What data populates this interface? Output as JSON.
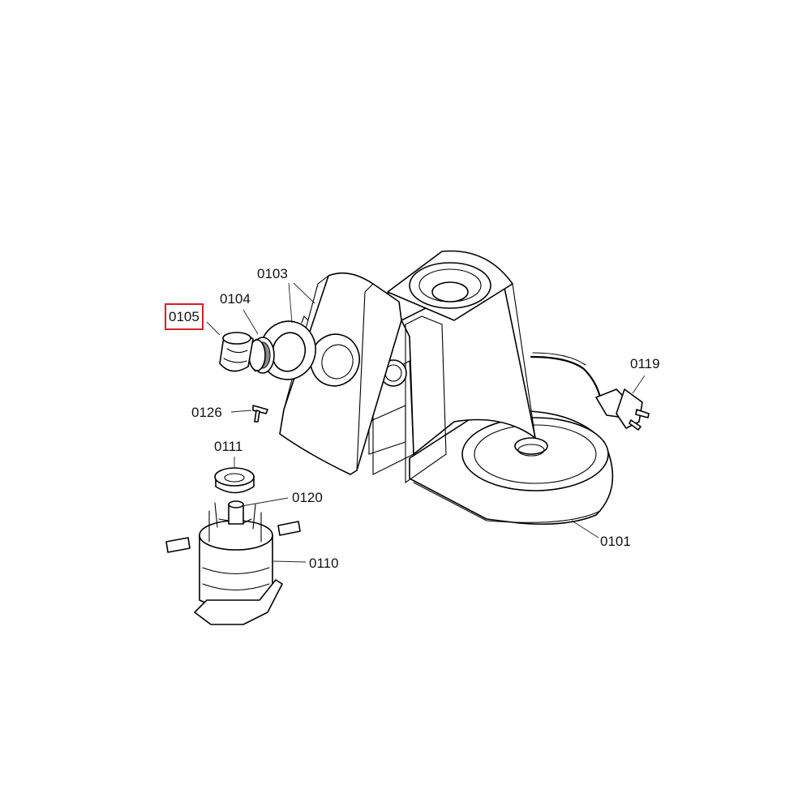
{
  "highlight_color": "#d0202a",
  "callouts": {
    "p0101": "0101",
    "p0103": "0103",
    "p0104": "0104",
    "p0105": "0105",
    "p0110": "0110",
    "p0111": "0111",
    "p0119": "0119",
    "p0120": "0120",
    "p0126": "0126"
  },
  "highlighted": "0105"
}
